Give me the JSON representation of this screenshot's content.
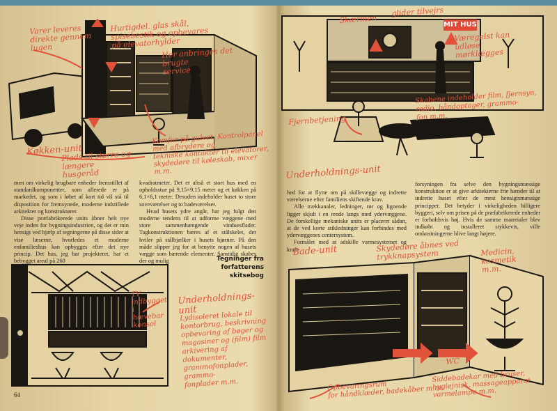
{
  "left_page": {
    "page_number": "64",
    "annotations": {
      "van": "Varer leveres\ndirekte gennem\nlugen",
      "shelves": "Hurtigdel. glas skål,\nspisebestik og opbevares\npå elevatorhylder",
      "service": "Her anbringes det brugte\nservice",
      "kitchen": "Køkken-unit",
      "plan": "Plads til større og længere\nhusgeråd",
      "control": "Komfur på gulvet. Kontrolpanel\nmed afbrydere og\ntekniske kontakter til elevatorer,\nskydedøre til køleskab, mixer m.m.",
      "tv": "TV\nindbygget\ni\nhævebar\nkonsol",
      "entertainment": "Underholdnings-unit",
      "entertainment_desc": "Lydisoleret lokale til\nkontorbrug, beskrivning\nopbevaring af bøger og\nmagasiner og (film) film\narkivering af dokumenter,\ngrammofonplader, grammo-\nfonplader m.m."
    },
    "text_column_1": [
      "men om virkelig brugbare enheder fremstillet af standardkomponenter, som allerede er på markedet, og som i løbet af kort tid vil stå til disposition for fremsynede, moderne indstillede arkitekter og konstruktører.",
      "Disse præfabrikerede units åbner helt nye veje inden for bygningsindustrien, og det er min hensigt ved hjælp af tegningerne på disse sider at vise læserne, hvorledes et moderne enfamilieshus kan opbygges efter det nye princip. Det hus, jeg har projekteret, har et bebygget areal på 260"
    ],
    "text_column_2": [
      "kvadratmeter. Det er altså et stort hus med en opholdsstue på 9,15×9,15 meter og et køkken på 6,1×6,1 meter. Desuden indeholder huset to store soveværelser og to badeværelser.",
      "Hvad husets ydre angår, har jeg fulgt den moderne tendens til at udforme væggene med store sammenhængende vinduesflader. Tagkonstruktionen bæres af et stålskelet, der hviler på stålbjælker i husets hjørner. På den måde slipper jeg for at benytte nogen af husets vægge som bærende elementer. Samtidig skabes der og mulig"
    ],
    "side_heading": "Tegninger fra\nforfatterens skitsebog"
  },
  "right_page": {
    "badge": "MIT HUS",
    "annotations": {
      "screen": "Skærmen",
      "sliding": "glider tilvejrs",
      "lamp": "Væregelst kan\nudløse mørklægges",
      "remote": "Fjernbetjening",
      "cabinets": "Skabene indeholder film, fjernsyn,\nradio, båndoptager, grammo-\nfon m.m.",
      "entertainment": "Underholdnings-unit",
      "bath": "Bade-unit",
      "doors": "Skydedøre åbnes ved\ntrykknapsystem",
      "medicine": "Medicin, kosmetik\nm.m.",
      "wc": "WC",
      "storage": "Opbevaringsrum\nfor håndklæder, badekåber m.m.",
      "tub": "Siddebadekar med bruser,\nhygiejnisk, massageapparat\nvarmelampe m.m."
    },
    "text_column_1": [
      "hed for at flytte om på skillevægge og indrette værelserne efter familiens skiftende krav.",
      "Alle trækkanaler, ledninger, rør og lignende ligger skjult i en rende langs med ydervæggene. De forskellige mekaniske units er placeret sådan, at de ved korte stikledninger kan forbindes med ydervæggenes centersystem.",
      "Formålet med at adskille varmesystemet og kraft-"
    ],
    "text_column_2": [
      "forsyningen fra selve den bygningsmæssige konstruktion er at give arkitekterne frie hænder til at indrette huset efter de mest hensigtsmæssige principper. Det betyder i virkeligheden billigere byggeri, selv om prisen på de præfabrikerede enheder er forholdsvis høj. Hvis de samme materialer blev indkøbt og installeret stykkevis, ville omkostningerne blive langt højere."
    ]
  },
  "colors": {
    "paper": "#e8d8aa",
    "ink": "#1a1712",
    "annotation_red": "#e0523a",
    "badge_red": "#e04a35"
  }
}
